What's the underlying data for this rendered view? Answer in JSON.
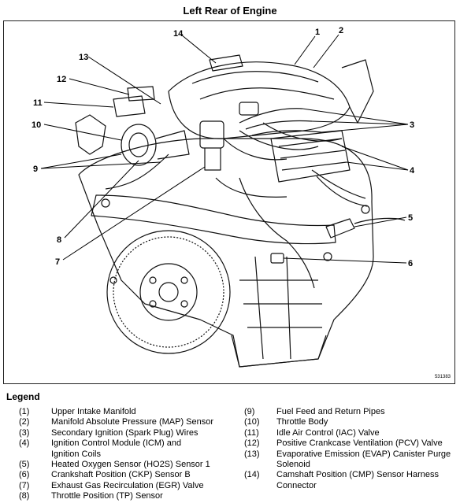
{
  "title": "Left Rear of Engine",
  "figure_id": "531383",
  "callouts": [
    "1",
    "2",
    "3",
    "4",
    "5",
    "6",
    "7",
    "8",
    "9",
    "10",
    "11",
    "12",
    "13",
    "14"
  ],
  "legend": {
    "heading": "Legend",
    "items": [
      {
        "num": "(1)",
        "text": "Upper Intake Manifold"
      },
      {
        "num": "(2)",
        "text": "Manifold Absolute Pressure (MAP) Sensor"
      },
      {
        "num": "(3)",
        "text": "Secondary Ignition (Spark Plug) Wires"
      },
      {
        "num": "(4)",
        "text": "Ignition Control Module (ICM) and Ignition Coils"
      },
      {
        "num": "(5)",
        "text": "Heated Oxygen Sensor (HO2S) Sensor 1"
      },
      {
        "num": "(6)",
        "text": "Crankshaft Position (CKP) Sensor B"
      },
      {
        "num": "(7)",
        "text": "Exhaust Gas Recirculation (EGR) Valve"
      },
      {
        "num": "(8)",
        "text": "Throttle Position (TP) Sensor"
      },
      {
        "num": "(9)",
        "text": "Fuel Feed and Return Pipes"
      },
      {
        "num": "(10)",
        "text": "Throttle Body"
      },
      {
        "num": "(11)",
        "text": "Idle Air Control (IAC) Valve"
      },
      {
        "num": "(12)",
        "text": "Positive Crankcase Ventilation (PCV) Valve"
      },
      {
        "num": "(13)",
        "text": "Evaporative Emission (EVAP) Canister Purge Solenoid"
      },
      {
        "num": "(14)",
        "text": "Camshaft Position (CMP) Sensor Harness Connector"
      }
    ]
  }
}
